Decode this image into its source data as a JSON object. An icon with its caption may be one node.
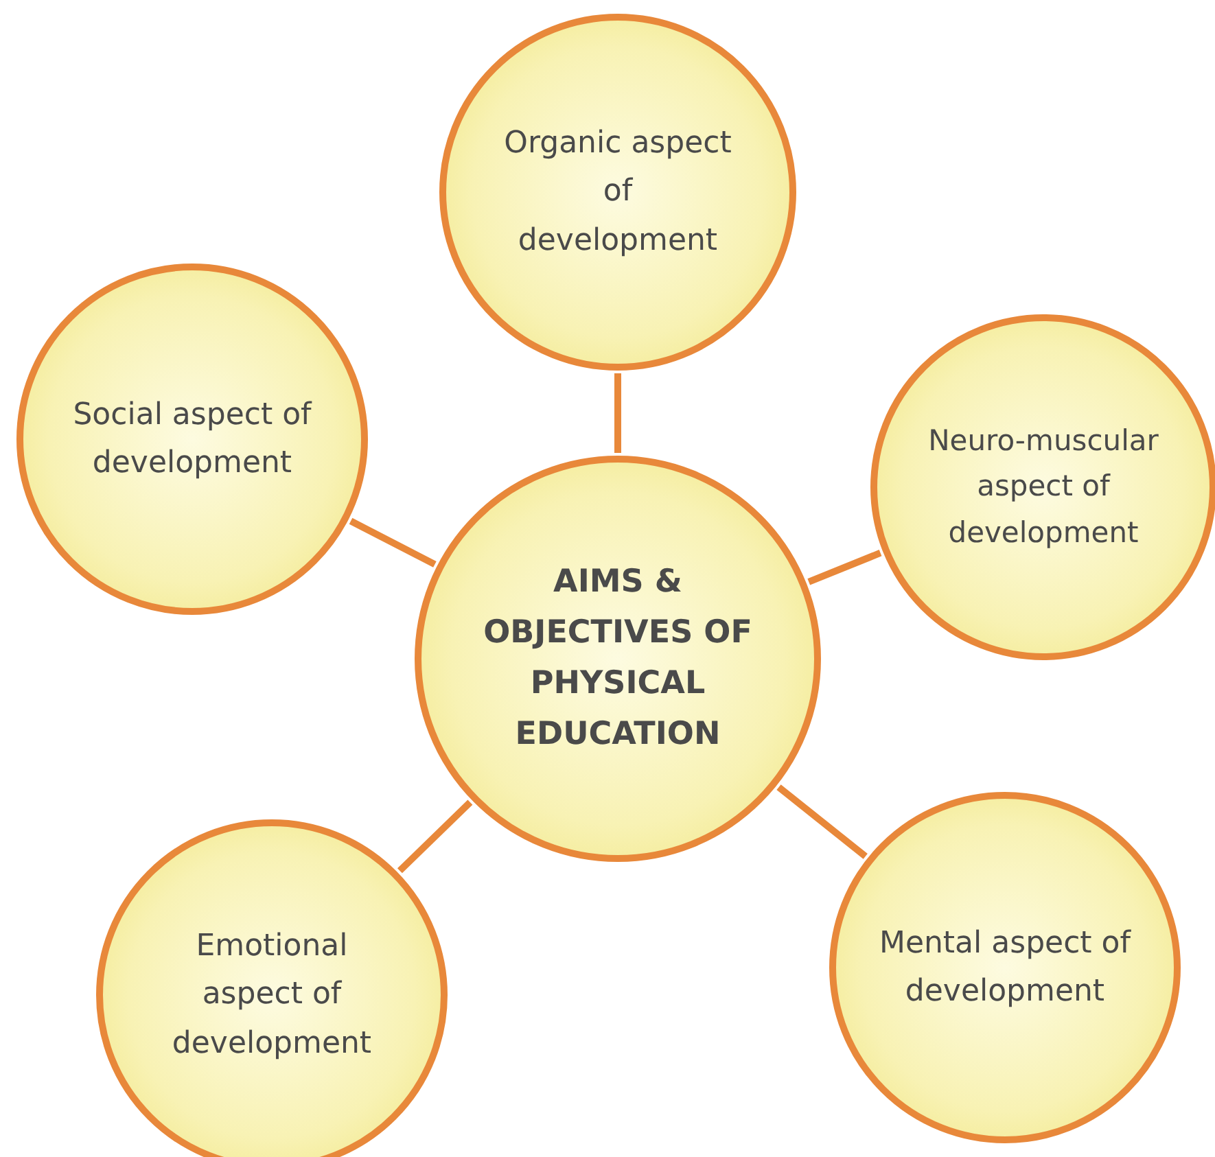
{
  "diagram": {
    "nodes": [
      {
        "text": [
          "Organic aspect of development"
        ]
      },
      {
        "text": [
          "Social aspect of development"
        ]
      },
      {
        "text": [
          "Neuro-muscular aspect of development"
        ]
      },
      {
        "text": [
          "AIMS & OBJECTIVES OF PHYSICAL EDUCATION"
        ]
      },
      {
        "text": [
          "Emotional aspect of development"
        ]
      },
      {
        "text": [
          "Mental aspect of development"
        ]
      }
    ],
    "edges": [
      {
        "from": 3,
        "to": 0,
        "arrow": "none"
      },
      {
        "from": 3,
        "to": 1,
        "arrow": "none"
      },
      {
        "from": 3,
        "to": 2,
        "arrow": "none"
      },
      {
        "from": 3,
        "to": 4,
        "arrow": "none"
      },
      {
        "from": 3,
        "to": 5,
        "arrow": "none"
      }
    ]
  }
}
